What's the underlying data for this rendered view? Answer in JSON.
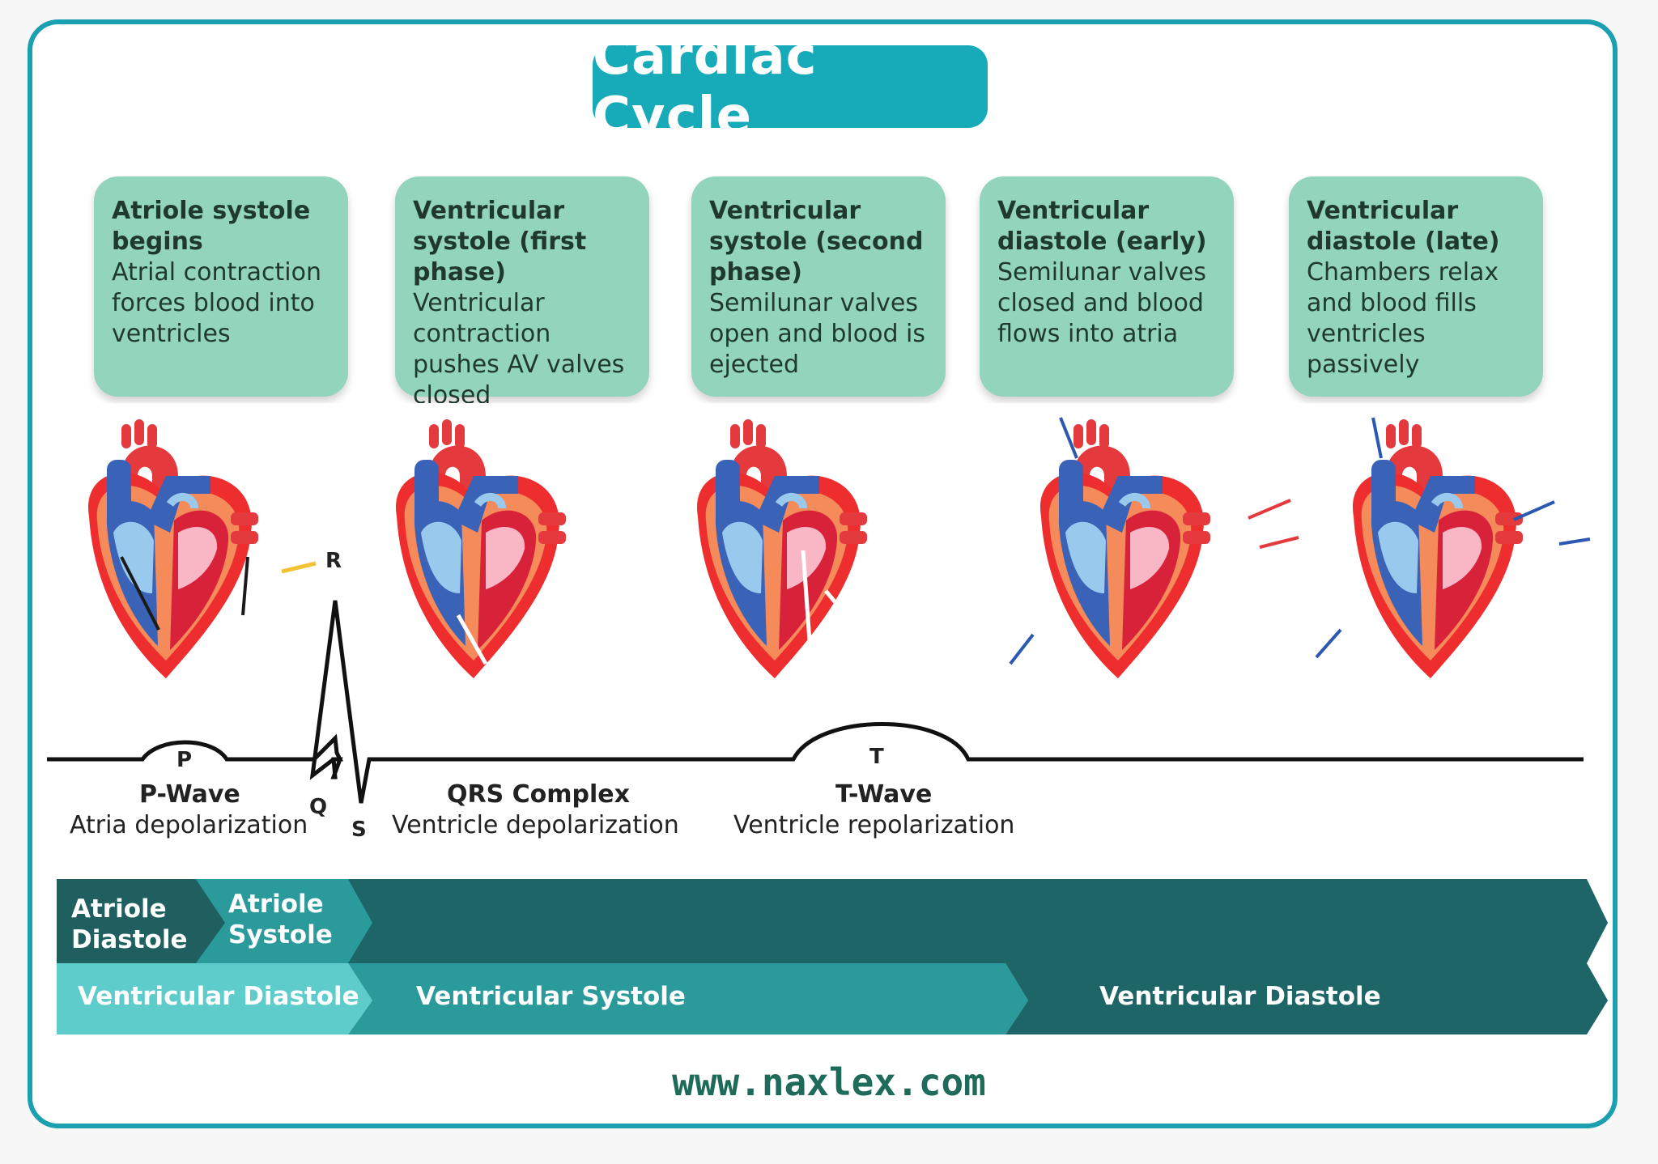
{
  "title": "Cardiac Cycle",
  "phases": [
    {
      "title": "Atriole systole begins",
      "body": "Atrial contraction forces blood into ventricles"
    },
    {
      "title": "Ventricular systole (first phase)",
      "body": "Ventricular contraction pushes AV valves closed"
    },
    {
      "title": "Ventricular systole (second phase)",
      "body": "Semilunar valves open and blood is ejected"
    },
    {
      "title": "Ventricular diastole (early)",
      "body": "Semilunar valves closed and blood flows into atria"
    },
    {
      "title": "Ventricular diastole (late)",
      "body": "Chambers relax and blood fills ventricles passively"
    }
  ],
  "ecg": {
    "points": {
      "P": "P",
      "Q": "Q",
      "R": "R",
      "S": "S",
      "T": "T"
    },
    "waves": [
      {
        "name": "P-Wave",
        "desc": "Atria depolarization"
      },
      {
        "name": "QRS Complex",
        "desc": "Ventricle depolarization"
      },
      {
        "name": "T-Wave",
        "desc": "Ventricle repolarization"
      }
    ]
  },
  "timeline": {
    "atrial": [
      {
        "label_line1": "Atriole",
        "label_line2": "Diastole"
      },
      {
        "label_line1": "Atriole",
        "label_line2": "Systole"
      }
    ],
    "ventricular": [
      "Ventricular Diastole",
      "Ventricular Systole",
      "Ventricular Diastole"
    ]
  },
  "website": "www.naxlex.com",
  "colors": {
    "frame": "#1aa0b0",
    "card": "#93d4bc",
    "dark_teal": "#1d6566",
    "mid_teal": "#2a9a9a",
    "light_teal": "#5fcccc",
    "oxygenated": "#e43a3e",
    "deoxygenated": "#3a63b8"
  }
}
